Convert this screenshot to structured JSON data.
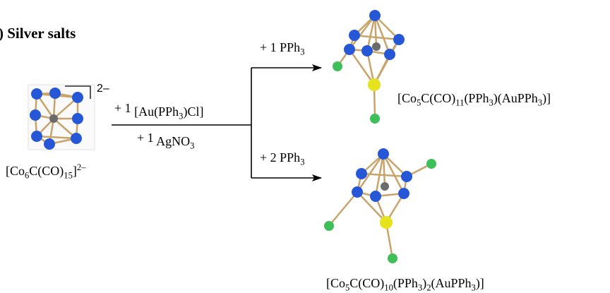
{
  "heading": {
    "label": ") Silver salts"
  },
  "reagents": {
    "upper": [
      {
        "prefix": "+ 1",
        "main": "[Au(PPh",
        "sub": "3",
        "tail": ")Cl]"
      },
      {
        "prefix": "+ 1",
        "main": "AgNO",
        "sub": "3",
        "tail": ""
      }
    ],
    "top_branch": {
      "main": "+ 1 PPh",
      "sub": "3"
    },
    "bottom_branch": {
      "main": "+ 2 PPh",
      "sub": "3"
    }
  },
  "compounds": {
    "start": {
      "charge": "2–",
      "formula": {
        "a": "[Co",
        "a_sub": "6",
        "b": "C(CO)",
        "b_sub": "15",
        "c": "]",
        "sup": "2–"
      }
    },
    "product_top": {
      "formula": {
        "a": "[Co",
        "a_sub": "5",
        "b": "C(CO)",
        "b_sub": "11",
        "c": "(PPh",
        "c_sub": "3",
        "d": ")(AuPPh",
        "d_sub": "3",
        "e": ")]"
      }
    },
    "product_bottom": {
      "formula": {
        "a": "[Co",
        "a_sub": "5",
        "b": "C(CO)",
        "b_sub": "10",
        "c": "(PPh",
        "c_sub": "3",
        "d": ")",
        "d_sub": "2",
        "e": "(AuPPh",
        "e_sub": "3",
        "f": ")]"
      }
    }
  },
  "colors": {
    "cobalt": "#2557d6",
    "carbon": "#6b6b6b",
    "phosphorus": "#3fbf5a",
    "gold": "#e6e21e",
    "bond": "#c8a46a"
  }
}
